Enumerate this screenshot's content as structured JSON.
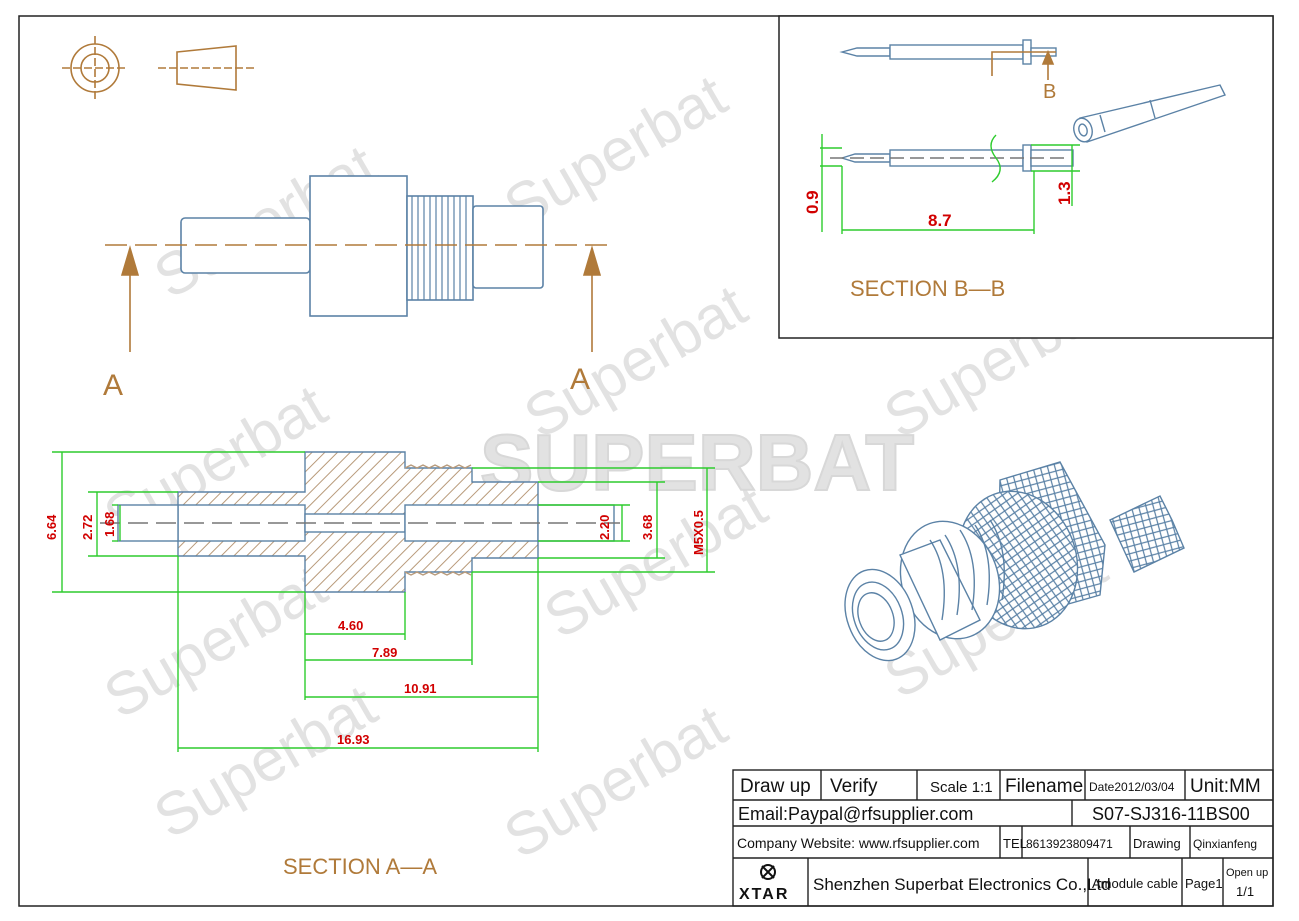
{
  "watermark": {
    "script": "Superbat",
    "brand": "SUPERBAT"
  },
  "section_aa": {
    "title": "SECTION A—A",
    "cut_label_left": "A",
    "cut_label_right": "A",
    "dims": {
      "d1": "6.64",
      "d2": "2.72",
      "d3": "1.68",
      "d4": "2.20",
      "d5": "3.68",
      "d6": "M5X0.5",
      "l1": "4.60",
      "l2": "7.89",
      "l3": "10.91",
      "l4": "16.93"
    }
  },
  "section_bb": {
    "title": "SECTION B—B",
    "cut_label": "B",
    "dims": {
      "pin_dia": "0.9",
      "length": "8.7",
      "head_dia": "1.3"
    }
  },
  "title_block": {
    "draw_up": "Draw up",
    "verify": "Verify",
    "scale": "Scale 1:1",
    "filename": "Filename",
    "date": "Date2012/03/04",
    "unit": "Unit:MM",
    "email": "Email:Paypal@rfsupplier.com",
    "part_no": "S07-SJ316-11BS00",
    "website": "Company Website:  www.rfsupplier.com",
    "tel_label": "TEL",
    "tel": "8613923809471",
    "drawing_label": "Drawing",
    "drawer": "Qinxianfeng",
    "logo_text": "XTAR",
    "company": "Shenzhen Superbat Electronics Co.,Ltd",
    "cable": "Amodule cable",
    "page": "Page1",
    "open_up": "Open up",
    "open_up_count": "1/1"
  },
  "colors": {
    "outline": "#5b82a6",
    "dimension": "#2ecc2e",
    "dimension_text": "#d10000",
    "label": "#b07a3a",
    "hatch": "#b89a7a"
  }
}
